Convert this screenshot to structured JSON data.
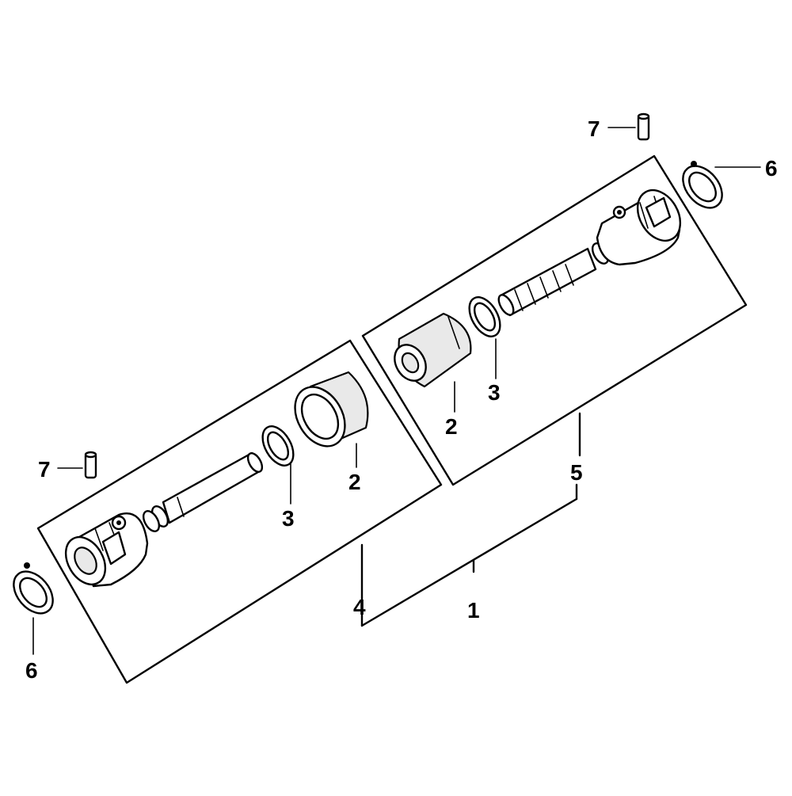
{
  "callouts": {
    "assembly": "1",
    "boot_left": "2",
    "boot_right": "2",
    "ring_left": "3",
    "ring_right": "3",
    "joint_inboard": "4",
    "joint_outboard": "5",
    "band_left": "6",
    "band_right": "6",
    "pin_left": "7",
    "pin_right": "7"
  }
}
